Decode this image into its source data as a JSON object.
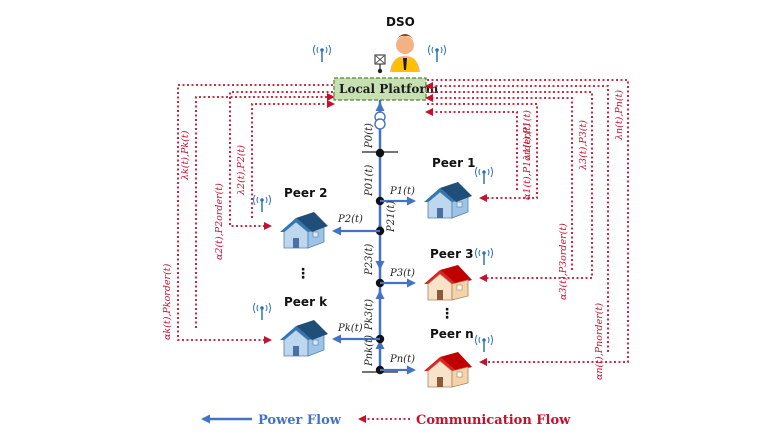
{
  "dso": {
    "label": "DSO"
  },
  "platform": {
    "label": "Local Platform"
  },
  "peers": {
    "peer1": "Peer 1",
    "peer2": "Peer 2",
    "peer3": "Peer 3",
    "peerk": "Peer k",
    "peern": "Peer n"
  },
  "power_labels": {
    "P0": "P0(t)",
    "P01": "P01(t)",
    "P1": "P1(t)",
    "P21": "P21(t)",
    "P2": "P2(t)",
    "P23": "P23(t)",
    "P3": "P3(t)",
    "Pk3": "Pk3(t)",
    "Pk": "Pk(t)",
    "Pnk": "Pnk(t)",
    "Pn": "Pn(t)"
  },
  "comm_labels": {
    "lk": "λk(t),Pk(t)",
    "l2": "λ2(t),P2(t)",
    "a2": "α2(t),P2order(t)",
    "ak": "αk(t),Pkorder(t)",
    "l1": "λ1(t),P1(t)",
    "a1": "α1(t),P1order(t)",
    "l3": "λ3(t),P3(t)",
    "a3": "α3(t),P3order(t)",
    "ln": "λn(t),Pn(t)",
    "an": "αn(t),Pnorder(t)"
  },
  "ellipsis": {
    "left": "⋮",
    "right": "⋮"
  },
  "legend": {
    "power": "Power Flow",
    "comm": "Communication Flow"
  },
  "colors": {
    "power": "#4472c4",
    "comm": "#c8102e",
    "platform_fill": "#c6e0b4",
    "platform_border": "#548235"
  }
}
